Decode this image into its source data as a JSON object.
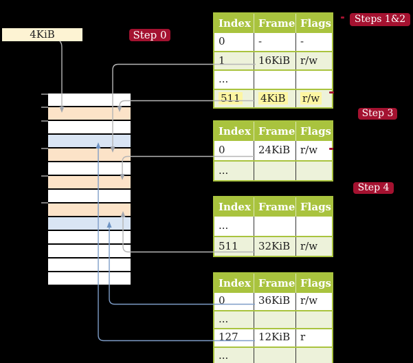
{
  "page_size_box": {
    "label": "4KiB"
  },
  "badges": {
    "step0": "Step 0",
    "steps12": "Steps 1&2",
    "step3": "Step 3",
    "step4": "Step 4"
  },
  "memory": {
    "rows": [
      "white",
      "frame-orange",
      "white",
      "frame-blue",
      "frame-orange",
      "white",
      "frame-orange",
      "white",
      "frame-orange",
      "frame-blue",
      "white",
      "white",
      "white",
      "white"
    ]
  },
  "tables": {
    "t1": {
      "headers": [
        "Index",
        "Frame",
        "Flags"
      ],
      "rows": [
        [
          "0",
          "-",
          "-"
        ],
        [
          "1",
          "16KiB",
          "r/w"
        ],
        [
          "...",
          "",
          ""
        ],
        [
          "511",
          "4KiB",
          "r/w"
        ]
      ]
    },
    "t2": {
      "headers": [
        "Index",
        "Frame",
        "Flags"
      ],
      "rows": [
        [
          "0",
          "24KiB",
          "r/w"
        ],
        [
          "...",
          "",
          ""
        ]
      ]
    },
    "t3": {
      "headers": [
        "Index",
        "Frame",
        "Flags"
      ],
      "rows": [
        [
          "...",
          "",
          ""
        ],
        [
          "511",
          "32KiB",
          "r/w"
        ]
      ]
    },
    "t4": {
      "headers": [
        "Index",
        "Frame",
        "Flags"
      ],
      "rows": [
        [
          "0",
          "36KiB",
          "r/w"
        ],
        [
          "...",
          "",
          ""
        ],
        [
          "127",
          "12KiB",
          "r"
        ],
        [
          "...",
          "",
          ""
        ]
      ]
    }
  },
  "colors": {
    "background": "#000000",
    "badge_red": "#a41230",
    "table_header_green": "#a9c33e",
    "table_row_green": "#edf2da",
    "highlight_yellow": "#fdf6a2",
    "memory_frame_orange": "#fce3c8",
    "memory_frame_blue": "#d9e5f4",
    "note_cream": "#fdf3d3",
    "connector_gray": "#b6b6b6",
    "connector_blue": "#7e9dc8"
  }
}
